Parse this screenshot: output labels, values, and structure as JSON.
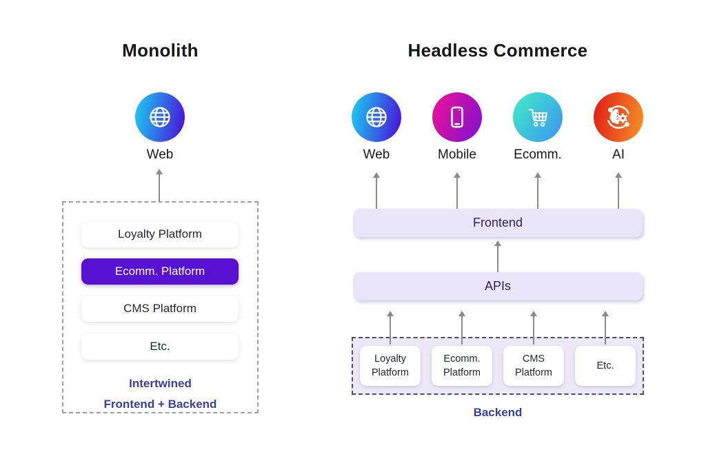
{
  "colors": {
    "accent_purple": "#5711d1",
    "layer_lavender": "#eae5f9",
    "caption_indigo": "#3a3f9d",
    "arrow_gray": "#8a8a8a",
    "globe_gradient": [
      "#1cc8f1",
      "#4a14d8"
    ],
    "mobile_gradient": [
      "#e8119b",
      "#8312cb"
    ],
    "ecomm_gradient": [
      "#3fe8c8",
      "#3d96f0"
    ],
    "ai_gradient": [
      "#e42217",
      "#f28e26"
    ]
  },
  "monolith": {
    "title": "Monolith",
    "channel_label": "Web",
    "channel_icon": "globe-icon",
    "stack": [
      {
        "label": "Loyalty Platform",
        "highlight": false
      },
      {
        "label": "Ecomm. Platform",
        "highlight": true
      },
      {
        "label": "CMS Platform",
        "highlight": false
      },
      {
        "label": "Etc.",
        "highlight": false
      }
    ],
    "caption": {
      "line1": "Intertwined",
      "line2": "Frontend + Backend"
    }
  },
  "headless": {
    "title": "Headless Commerce",
    "channels": [
      {
        "label": "Web",
        "icon": "globe-icon"
      },
      {
        "label": "Mobile",
        "icon": "smartphone-icon"
      },
      {
        "label": "Ecomm.",
        "icon": "shopping-cart-icon"
      },
      {
        "label": "AI",
        "icon": "ai-brain-gear-icon"
      }
    ],
    "layers": {
      "frontend": "Frontend",
      "apis": "APIs"
    },
    "backend": {
      "caption": "Backend",
      "services": [
        {
          "line1": "Loyalty",
          "line2": "Platform",
          "highlight": false
        },
        {
          "line1": "Ecomm.",
          "line2": "Platform",
          "highlight": true
        },
        {
          "line1": "CMS",
          "line2": "Platform",
          "highlight": false
        },
        {
          "line1": "Etc.",
          "line2": "",
          "highlight": false
        }
      ]
    }
  }
}
